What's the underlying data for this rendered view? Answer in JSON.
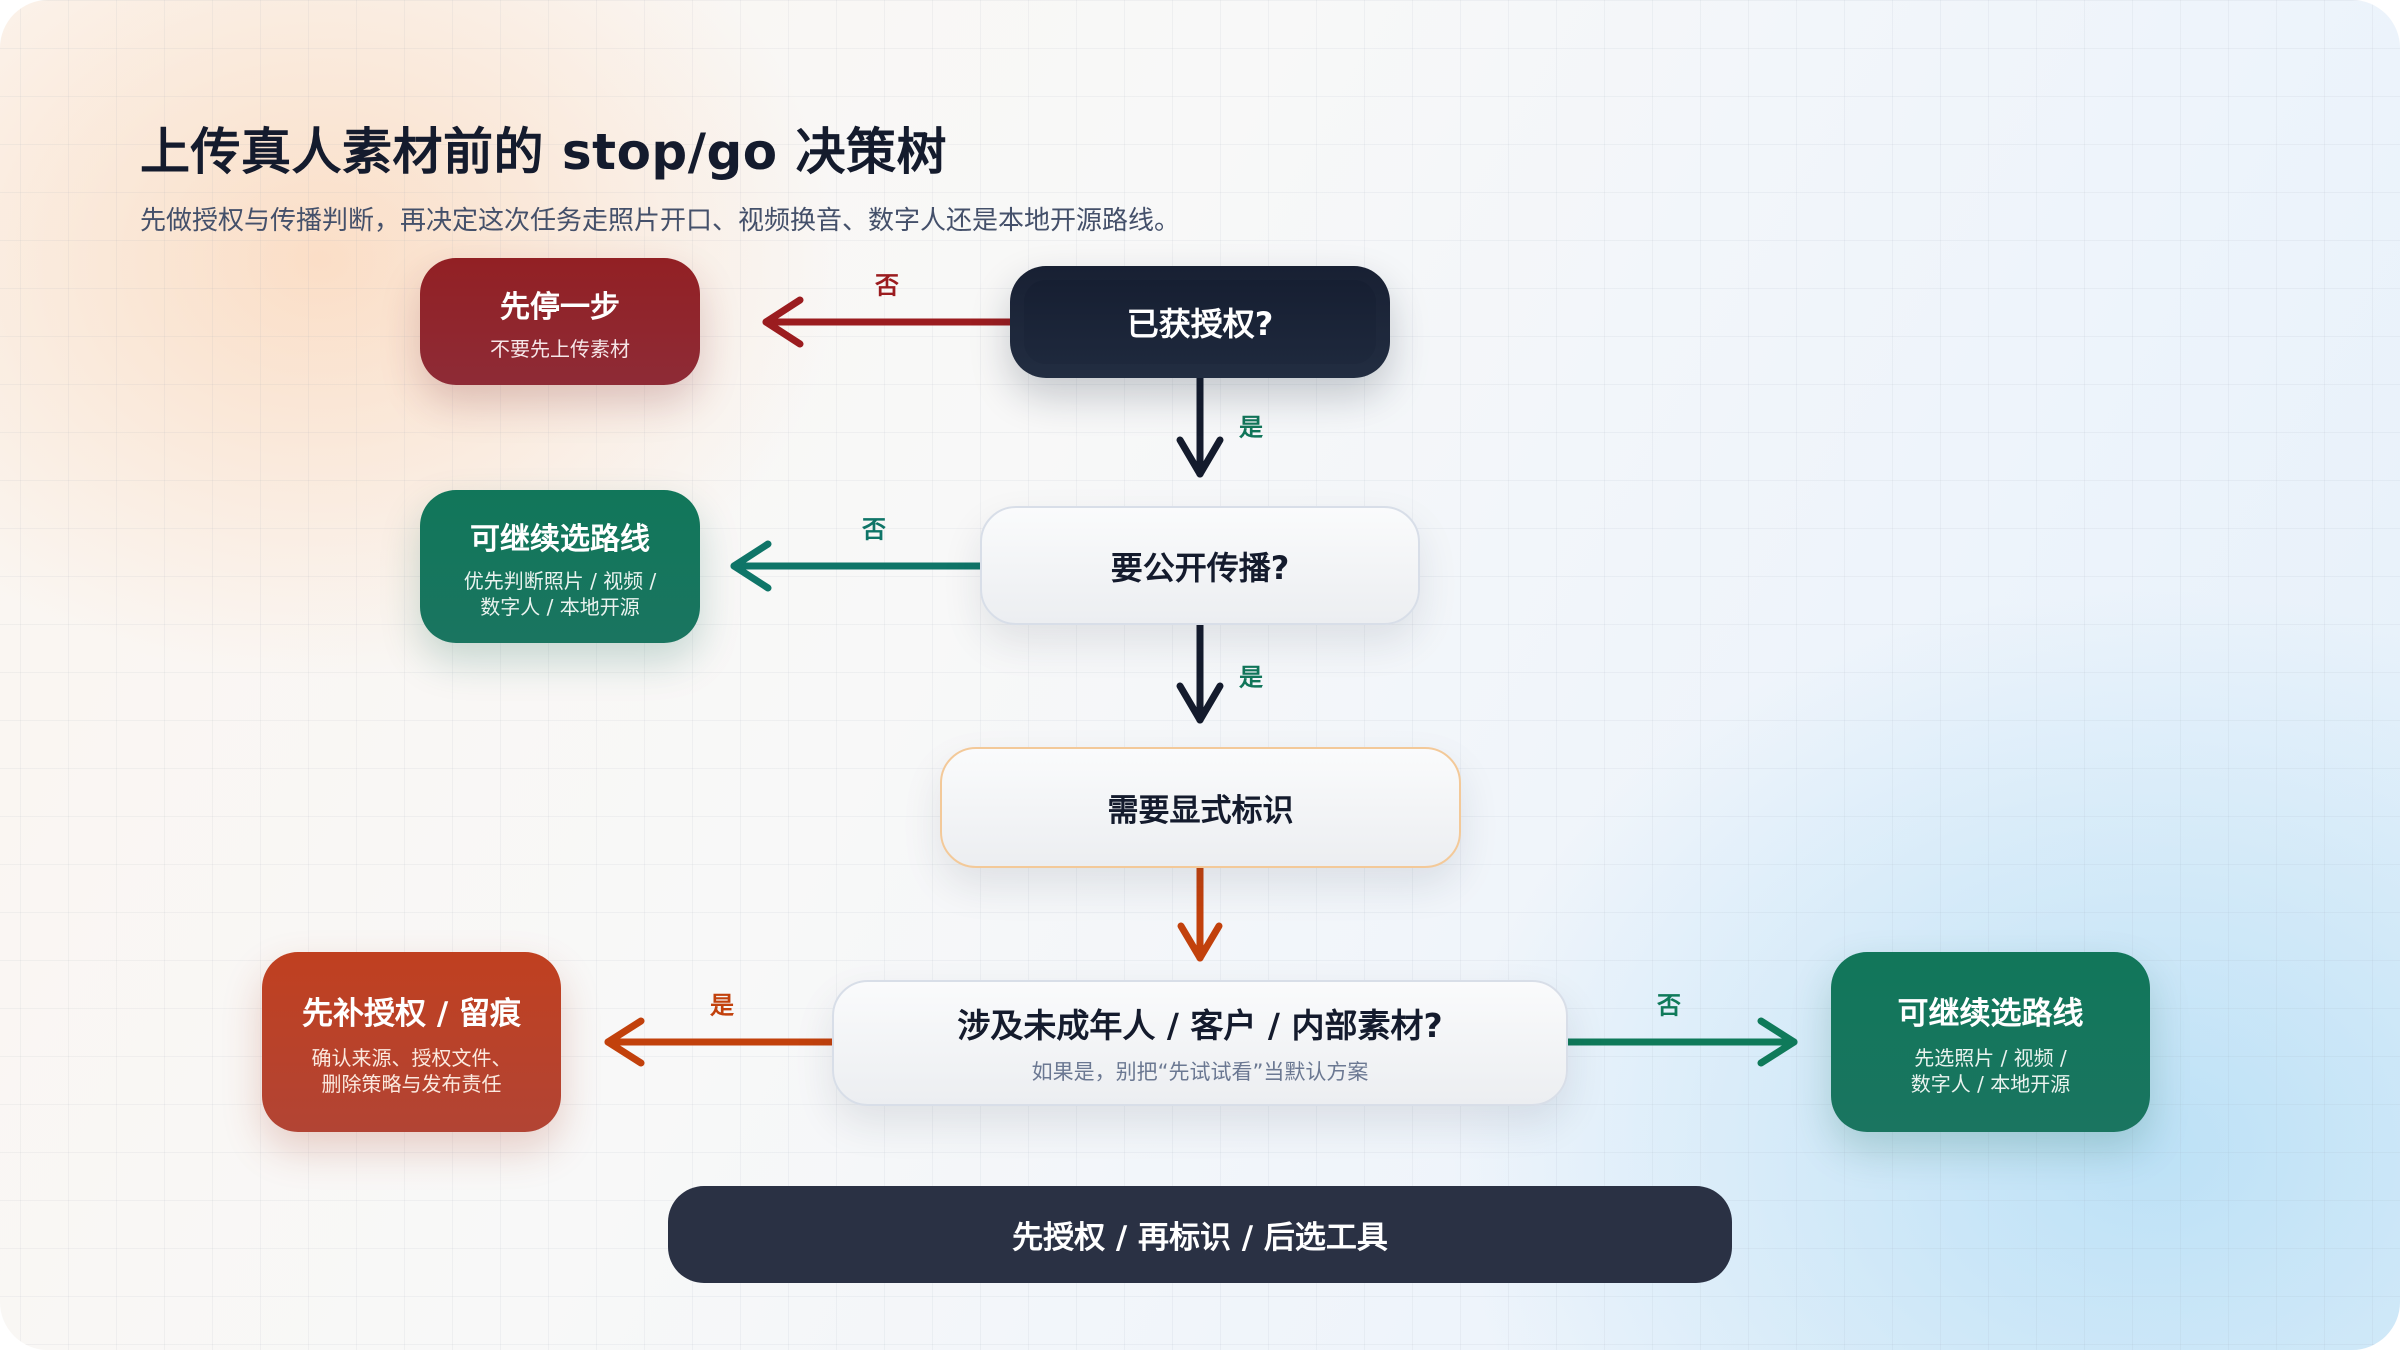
{
  "header": {
    "title": "上传真人素材前的 stop/go 决策树",
    "subtitle": "先做授权与传播判断，再决定这次任务走照片开口、视频换音、数字人还是本地开源路线。"
  },
  "colors": {
    "dark_node": "#1b2538",
    "stop_red": "#9b1c1f",
    "go_green": "#11765a",
    "teal": "#0f7568",
    "warn_orange": "#c2410c",
    "footer_bg": "#2a3144"
  },
  "nodes": {
    "authorized": {
      "label": "已获授权?"
    },
    "stop": {
      "label": "先停一步",
      "detail": "不要先上传素材"
    },
    "public": {
      "label": "要公开传播?"
    },
    "route_private": {
      "label": "可继续选路线",
      "detail_lines": [
        "优先判断照片 / 视频 /",
        "数字人 / 本地开源"
      ]
    },
    "label_required": {
      "label": "需要显式标识"
    },
    "sensitive": {
      "label": "涉及未成年人 / 客户 / 内部素材?",
      "detail": "如果是，别把“先试试看”当默认方案"
    },
    "remediate": {
      "label": "先补授权 / 留痕",
      "detail_lines": [
        "确认来源、授权文件、",
        "删除策略与发布责任"
      ]
    },
    "route_public": {
      "label": "可继续选路线",
      "detail_lines": [
        "先选照片 / 视频 /",
        "数字人 / 本地开源"
      ]
    }
  },
  "edges": {
    "authorized_no": {
      "label": "否"
    },
    "authorized_yes": {
      "label": "是"
    },
    "public_no": {
      "label": "否"
    },
    "public_yes": {
      "label": "是"
    },
    "sensitive_yes": {
      "label": "是"
    },
    "sensitive_no": {
      "label": "否"
    }
  },
  "footer": {
    "label": "先授权 / 再标识 / 后选工具"
  }
}
